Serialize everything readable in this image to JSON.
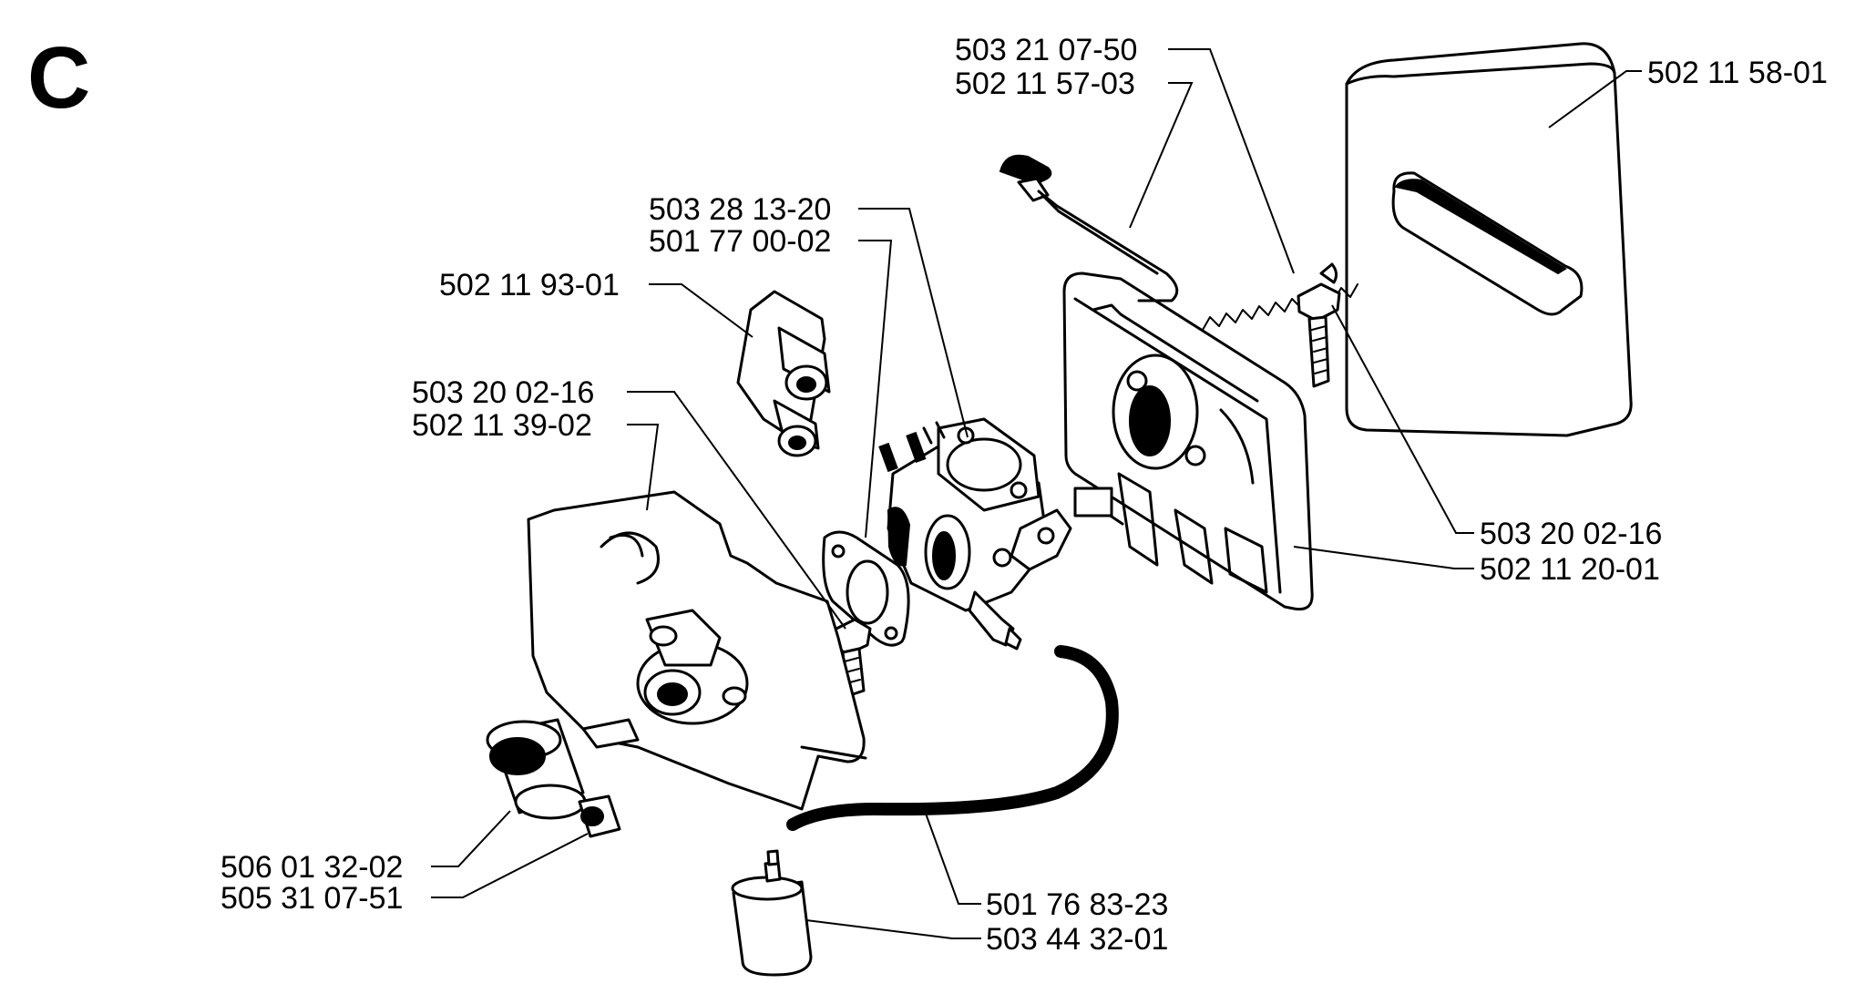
{
  "section_letter": "C",
  "parts": {
    "air_filter": "502 11 58-01",
    "choke_spring": "503 21 07-50",
    "choke_rod": "502 11 57-03",
    "carb_screw": "503 28 13-20",
    "carb_gasket": "501 77 00-02",
    "intake_boot": "502 11 93-01",
    "screw_left": "503 20 02-16",
    "carb_cover": "502 11 39-02",
    "screw_right": "503 20 02-16",
    "filter_holder": "502 11 20-01",
    "sleeve_large": "506 01 32-02",
    "sleeve_small": "505 31 07-51",
    "fuel_hose": "501 76 83-23",
    "fuel_filter": "503 44 32-01"
  }
}
